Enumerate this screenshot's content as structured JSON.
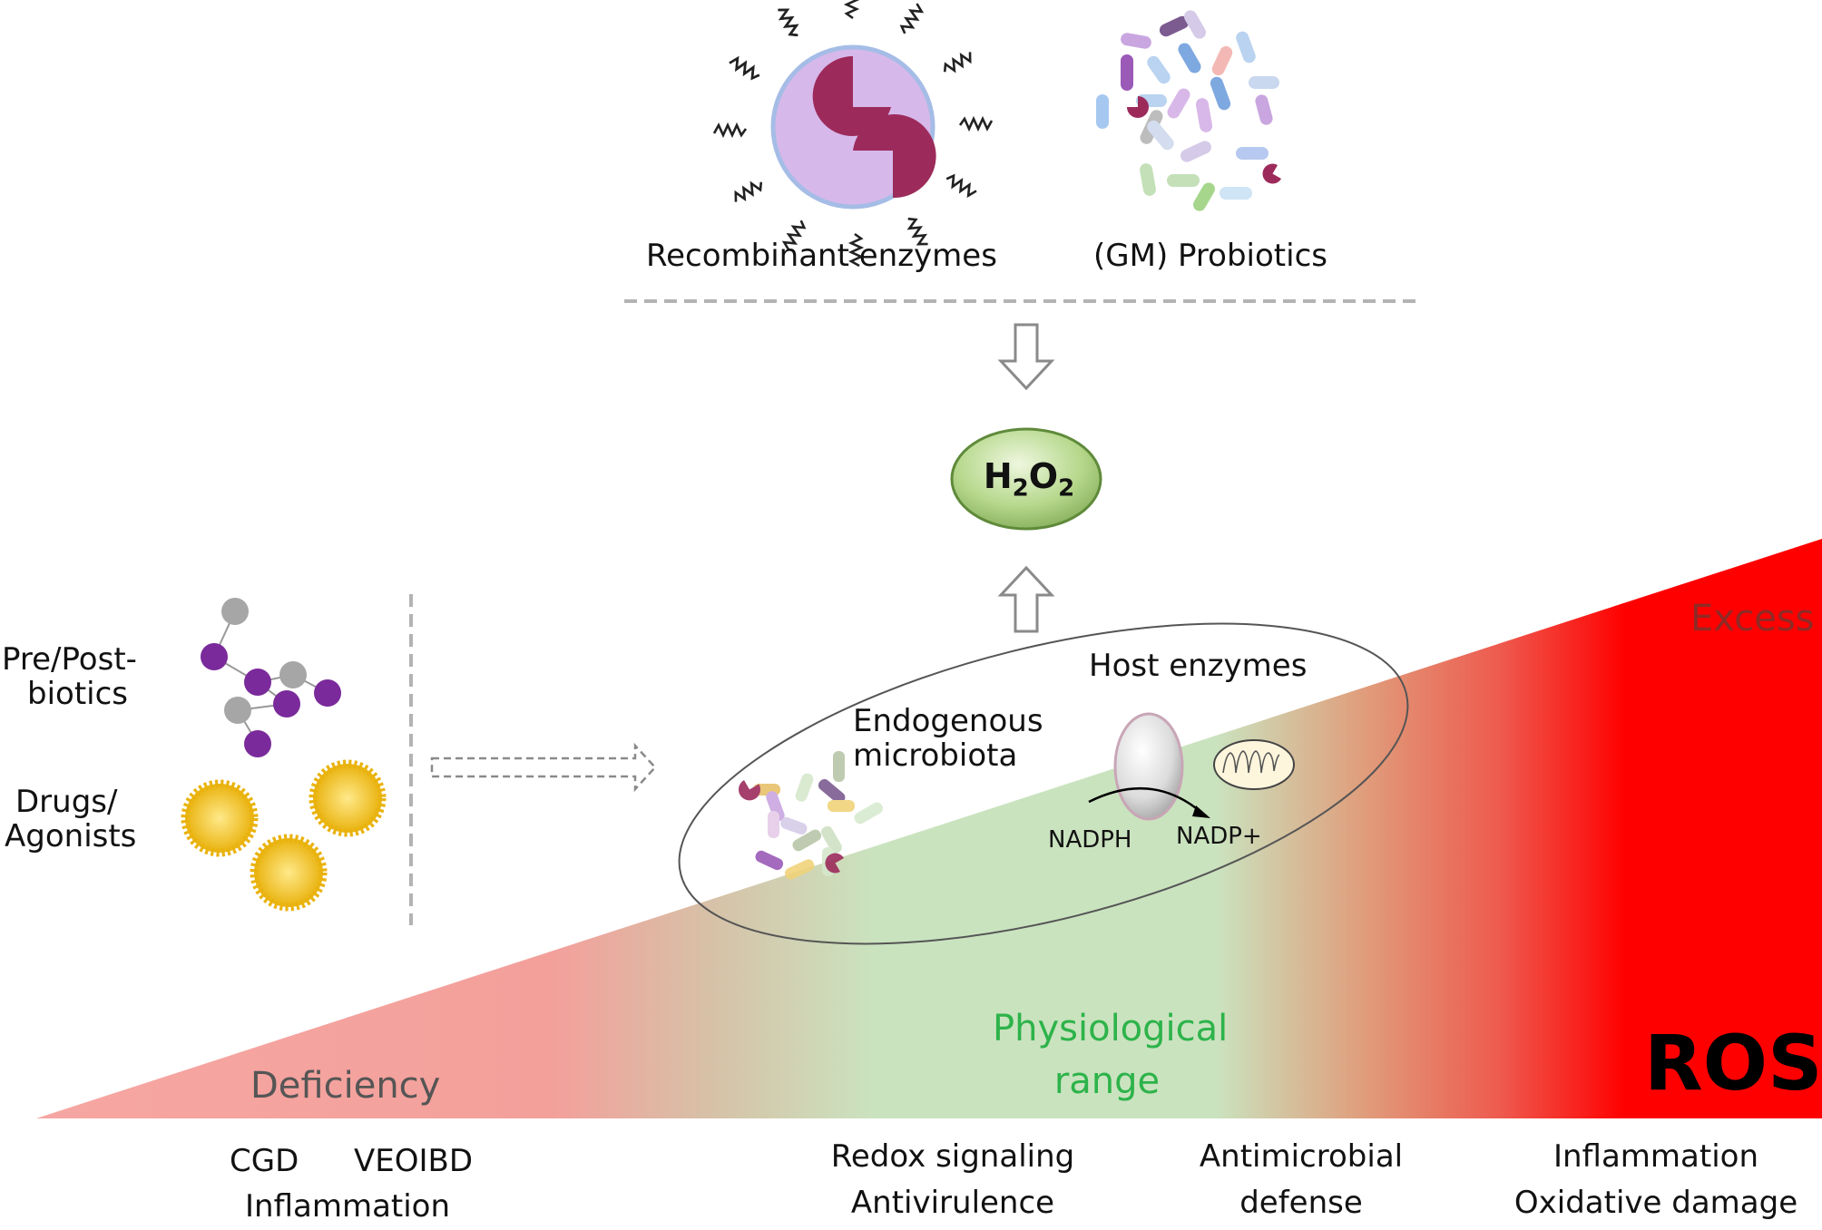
{
  "top": {
    "recombinant_label": "Recombinant enzymes",
    "probiotics_label": "(GM) Probiotics"
  },
  "center": {
    "h2o2_h": "H",
    "h2o2_sub1": "2",
    "h2o2_o": "O",
    "h2o2_sub2": "2"
  },
  "left": {
    "prepost_line1": "Pre/Post-",
    "prepost_line2": "biotics",
    "drugs_line1": "Drugs/",
    "drugs_line2": "Agonists"
  },
  "ellipse": {
    "endogenous_line1": "Endogenous",
    "endogenous_line2": "microbiota",
    "host_enzymes": "Host enzymes",
    "nadph": "NADPH",
    "nadp": "NADP+"
  },
  "gradient": {
    "excess": "Excess",
    "ros": "ROS",
    "deficiency": "Deficiency",
    "physio_line1": "Physiological",
    "physio_line2": "range"
  },
  "bottom": {
    "cgd": "CGD",
    "veoibd": "VEOIBD",
    "inflammation_left": "Inflammation",
    "redox": "Redox signaling",
    "antivirulence": "Antivirulence",
    "antimicrobial": "Antimicrobial",
    "defense": "defense",
    "inflammation_right": "Inflammation",
    "oxidative": "Oxidative damage"
  },
  "colors": {
    "deficiency_red": "#f6a6a2",
    "physiological_green": "#cae3bf",
    "excess_red": "#ff0000",
    "enzyme_purple": "#9c2b5b",
    "cell_lavender": "#d7b8ea",
    "h2o2_green": "#b6d88c",
    "bead_purple": "#7a2a9a",
    "bead_grey": "#a6a6a6",
    "drug_yellow": "#f2c21b"
  },
  "icons": [
    "neutrophil-enzyme-icon",
    "probiotic-bacteria-icon",
    "block-arrow-down-icon",
    "block-arrow-up-icon",
    "dashed-arrow-right-icon",
    "polymer-bead-icon",
    "sun-drug-icon",
    "host-enzyme-icon",
    "mitochondrion-icon",
    "reaction-arrow-icon"
  ]
}
